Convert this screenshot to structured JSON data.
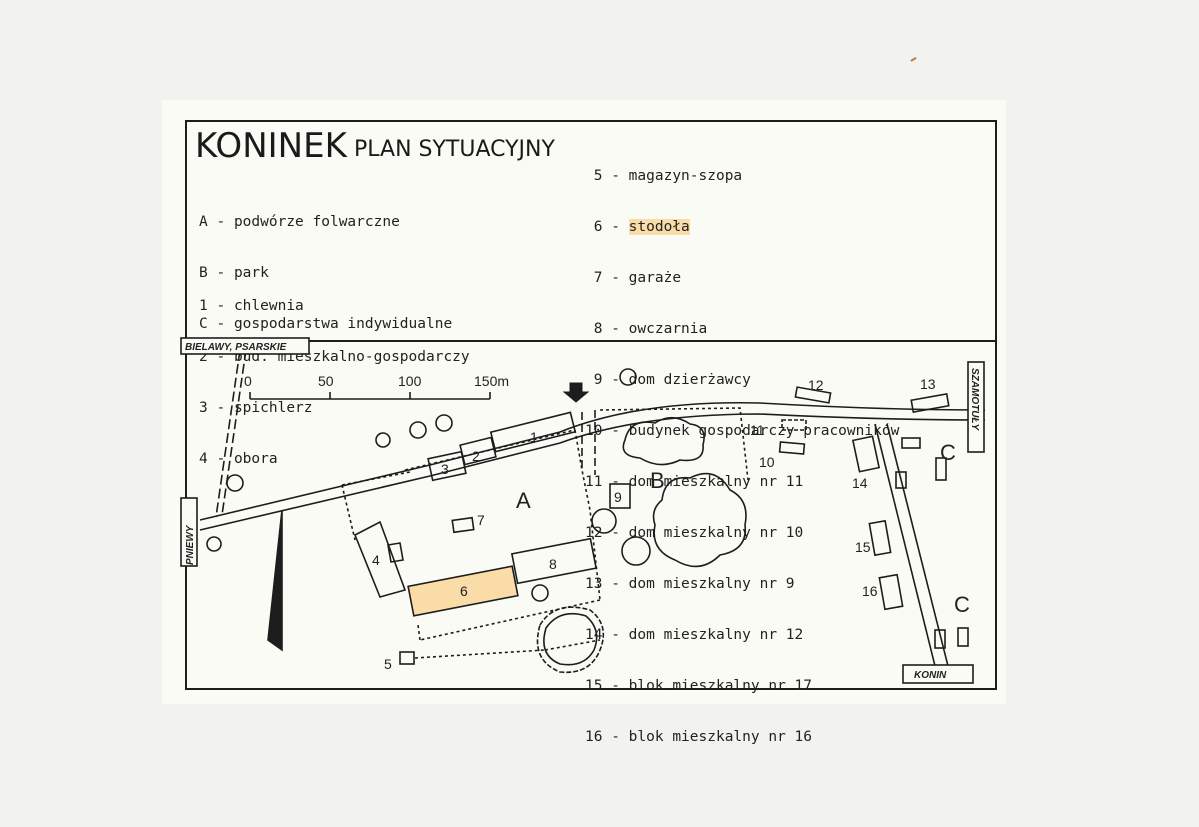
{
  "title": {
    "main": "KONINEK",
    "sub": "PLAN SYTUACYJNY"
  },
  "legend_letters": [
    {
      "key": "A",
      "sep": "-",
      "label": "podwórze folwarczne"
    },
    {
      "key": "B",
      "sep": "-",
      "label": "park"
    },
    {
      "key": "C",
      "sep": "-",
      "label": "gospodarstwa indywidualne"
    }
  ],
  "legend_numbers_left": [
    {
      "key": "1",
      "sep": "-",
      "label": "chlewnia"
    },
    {
      "key": "2",
      "sep": "-",
      "label": "bud. mieszkalno-gospodarczy"
    },
    {
      "key": "3",
      "sep": "-",
      "label": "spichlerz"
    },
    {
      "key": "4",
      "sep": "-",
      "label": "obora"
    }
  ],
  "legend_numbers_right": [
    {
      "key": "5",
      "sep": "-",
      "label": "magazyn-szopa"
    },
    {
      "key": "6",
      "sep": "-",
      "label": "stodoła"
    },
    {
      "key": "7",
      "sep": "-",
      "label": "garaże"
    },
    {
      "key": "8",
      "sep": "-",
      "label": "owczarnia"
    },
    {
      "key": "9",
      "sep": "-",
      "label": "dom dzierżawcy"
    },
    {
      "key": "10",
      "sep": "-",
      "label": "budynek gospodarczy pracowników"
    },
    {
      "key": "11",
      "sep": "-",
      "label": "dom mieszkalny nr 11"
    },
    {
      "key": "12",
      "sep": "-",
      "label": "dom mieszkalny nr 10"
    },
    {
      "key": "13",
      "sep": "-",
      "label": "dom mieszkalny nr 9"
    },
    {
      "key": "14",
      "sep": "-",
      "label": "dom mieszkalny nr 12"
    },
    {
      "key": "15",
      "sep": "-",
      "label": "blok mieszkalny nr 17"
    },
    {
      "key": "16",
      "sep": "-",
      "label": "blok mieszkalny nr 16"
    }
  ],
  "roads": {
    "bielawy": "BIELAWY, PSARSKIE",
    "pniewy": "PNIEWY",
    "szamotuly": "SZAMOTUŁY",
    "konin": "KONIN"
  },
  "scale": {
    "t0": "0",
    "t1": "50",
    "t2": "100",
    "t3": "150m"
  },
  "areas": {
    "a": "A",
    "b": "B",
    "c1": "C",
    "c2": "C"
  },
  "buildings": {
    "b1": "1",
    "b2": "2",
    "b3": "3",
    "b4": "4",
    "b5": "5",
    "b6": "6",
    "b7": "7",
    "b8": "8",
    "b9": "9",
    "b10": "10",
    "b11": "11",
    "b12": "12",
    "b13": "13",
    "b14": "14",
    "b15": "15",
    "b16": "16"
  },
  "colors": {
    "highlight": "#f9dca8",
    "ink": "#1d1d1d",
    "paper": "#fbfbf5"
  }
}
